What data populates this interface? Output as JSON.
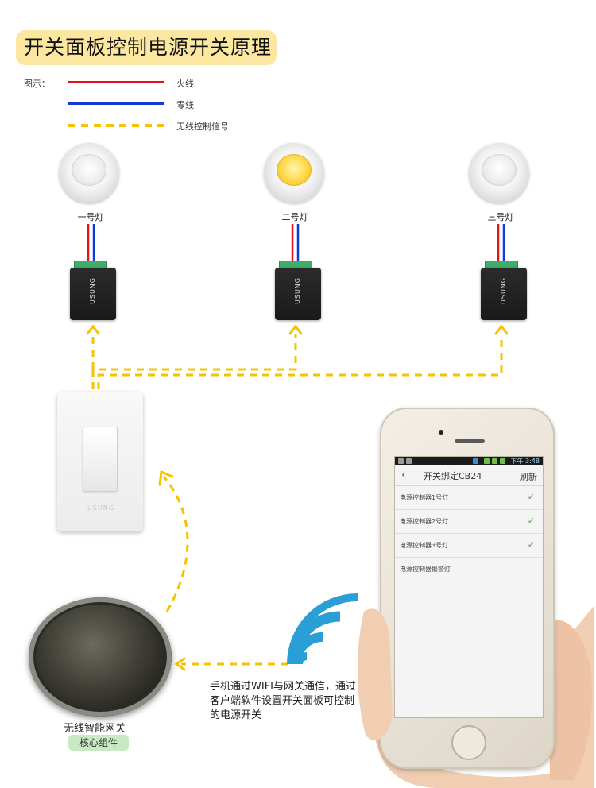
{
  "title": "开关面板控制电源开关原理",
  "legend": {
    "prefix": "图示：",
    "items": [
      {
        "label": "火线",
        "color": "#e2141b",
        "style": "solid"
      },
      {
        "label": "零线",
        "color": "#1238d8",
        "style": "solid"
      },
      {
        "label": "无线控制信号",
        "color": "#f5c400",
        "style": "dashed"
      }
    ]
  },
  "lamps": [
    {
      "label": "一号灯",
      "lit": false
    },
    {
      "label": "二号灯",
      "lit": true
    },
    {
      "label": "三号灯",
      "lit": false
    }
  ],
  "module_brand": "USUNG",
  "switch_brand": "USUNG",
  "gateway": {
    "label": "无线智能网关",
    "tag": "核心组件"
  },
  "caption": "手机通过WIFI与网关通信，通过客户端软件设置开关面板可控制的电源开关",
  "phone": {
    "status_time": "下午 3:48",
    "screen_title": "开关绑定CB24",
    "refresh": "刷新",
    "items": [
      {
        "label": "电源控制器1号灯",
        "checked": true
      },
      {
        "label": "电源控制器2号灯",
        "checked": true
      },
      {
        "label": "电源控制器3号灯",
        "checked": true
      },
      {
        "label": "电源控制器报警灯",
        "checked": false
      }
    ]
  }
}
